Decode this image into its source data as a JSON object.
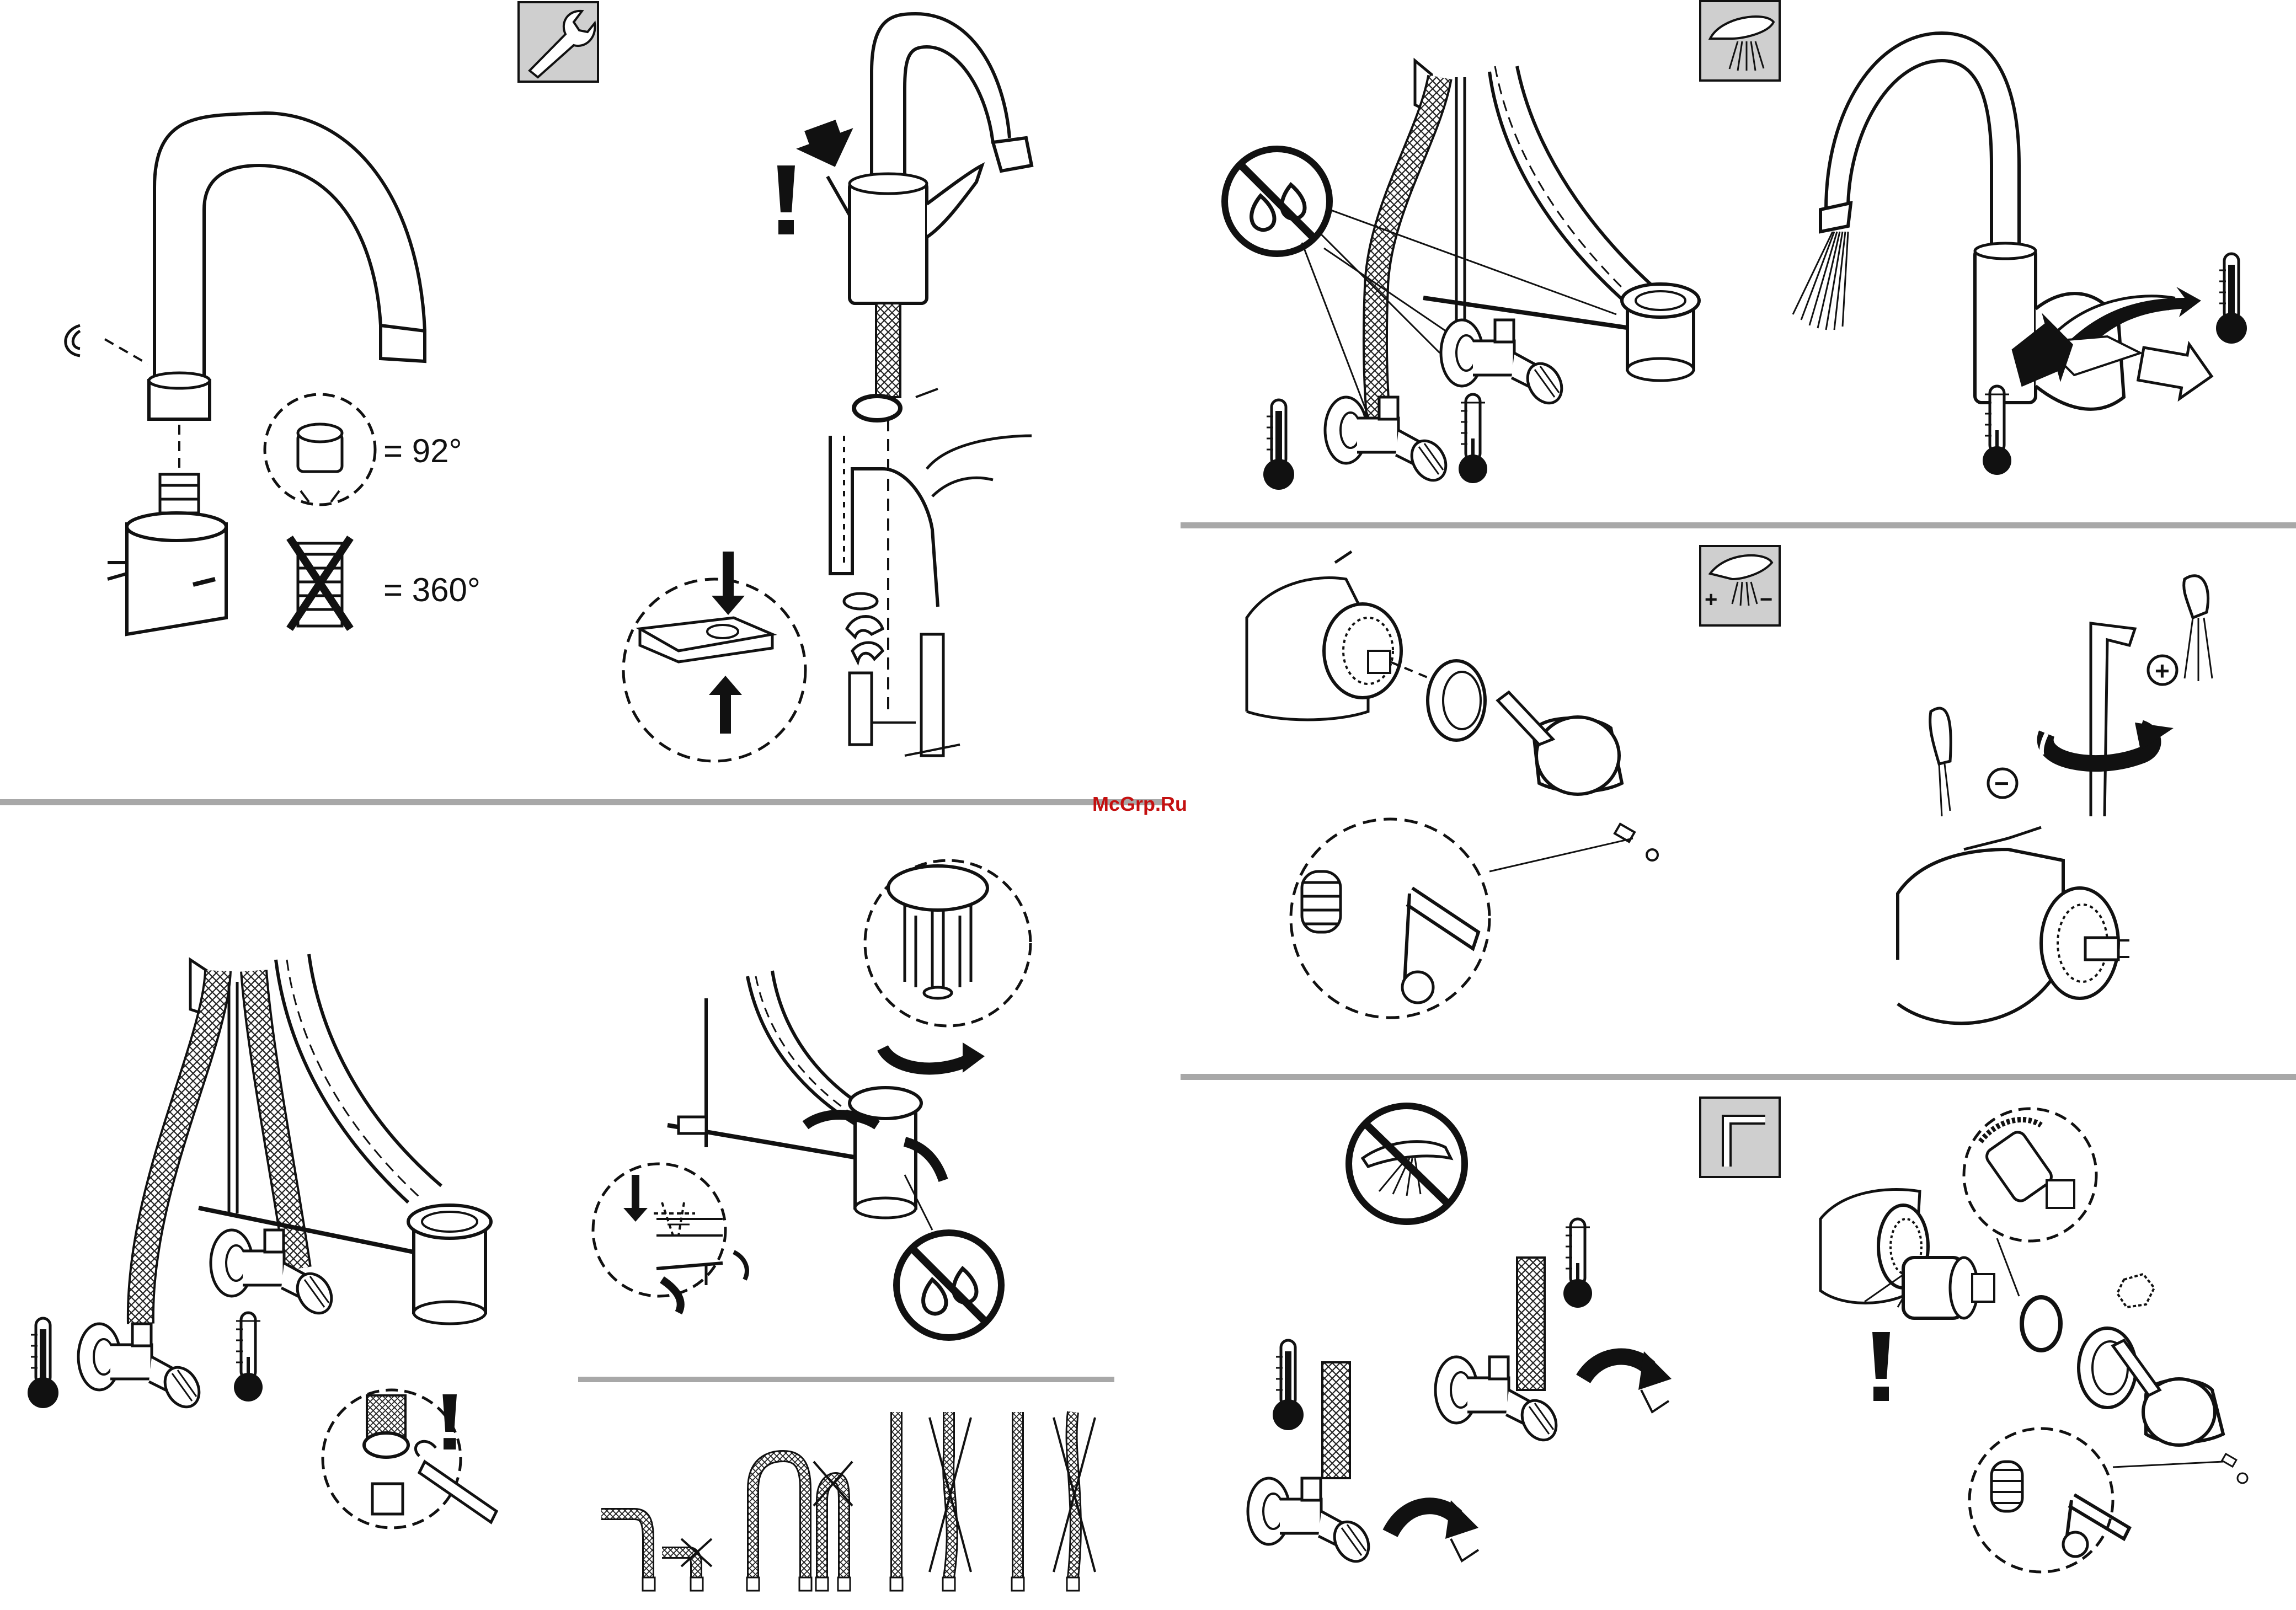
{
  "labels": {
    "angle_ok": "= 92°",
    "angle_bad": "= 360°",
    "plus": "+",
    "minus": "−",
    "adjust_plus": "+",
    "adjust_minus": "−",
    "watermark": "McGrp.Ru"
  },
  "icons": {
    "service": "wrench-icon",
    "flush": "faucet-spray-icon",
    "temp_limit": "faucet-plus-minus-icon",
    "install": "hex-key-icon",
    "warning": "exclamation-icon",
    "hot": "hot-thermometer-icon",
    "cold": "cold-thermometer-icon",
    "no_water": "no-water-drops-icon",
    "no_spray": "no-spray-icon"
  },
  "colors": {
    "line": "#1a1a1a",
    "divider": "#a8a8a8",
    "icon_box": "#cfcfcf",
    "watermark": "#c41010"
  }
}
